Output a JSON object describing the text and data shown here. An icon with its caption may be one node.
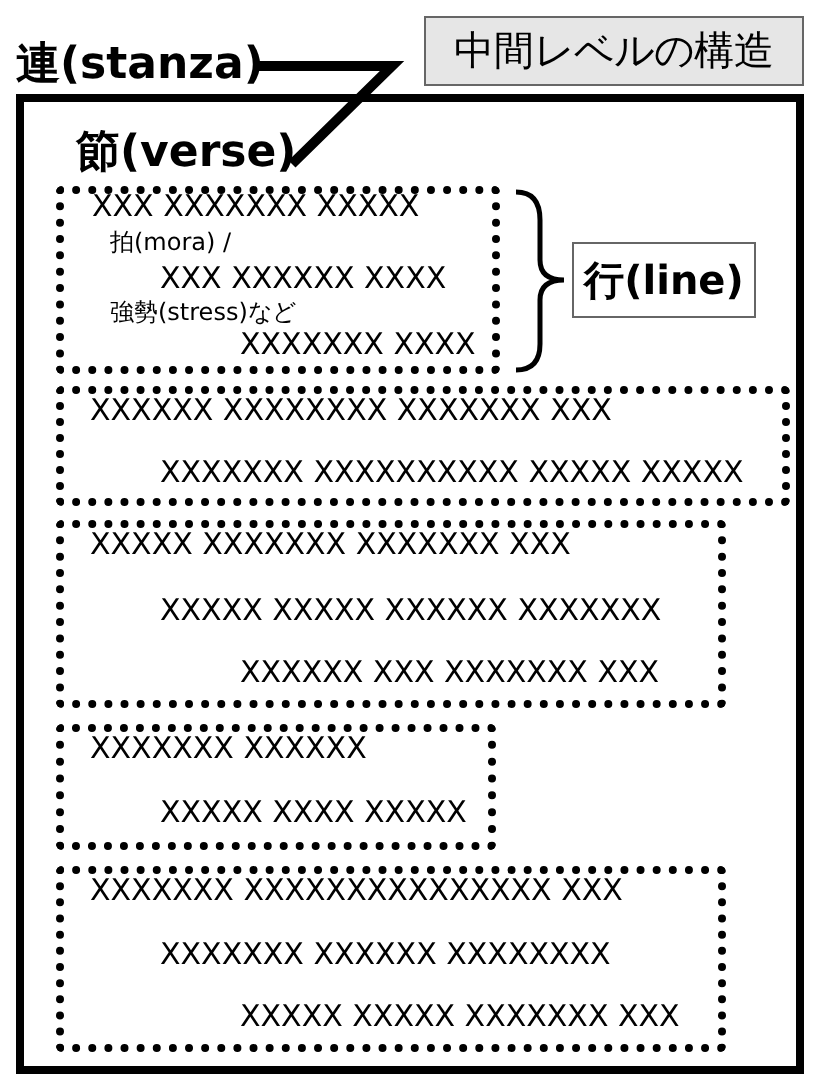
{
  "diagram": {
    "nodes": [
      {
        "text": [
          "連(stanza)"
        ]
      },
      {
        "text": [
          "中間レベルの構造"
        ]
      },
      {
        "text": [],
        "shape": "box"
      },
      {
        "text": [
          "節(verse)"
        ],
        "in": 2
      },
      {
        "text": [
          "XXX XXXXXXX XXXXX",
          "拍(mora) /",
          "XXX XXXXXX XXXX",
          "強勢(stress)など",
          "XXXXXXX XXXX"
        ],
        "in": 2
      },
      {
        "text": [
          "行(line)"
        ],
        "in": 2
      },
      {
        "text": [
          "XXXXXX XXXXXXXX XXXXXXX XXX",
          "XXXXXXX XXXXXXXXXX XXXXX XXXXX"
        ],
        "in": 2
      },
      {
        "text": [
          "XXXXX XXXXXXX XXXXXXX XXX",
          "XXXXX XXXXX XXXXXX XXXXXXX",
          "XXXXXX XXX XXXXXXX XXX"
        ],
        "in": 2
      },
      {
        "text": [
          "XXXXXXX XXXXXX",
          "XXXXX XXXX XXXXX"
        ],
        "in": 2
      },
      {
        "text": [
          "XXXXXXX XXXXXXXXXXXXXXX XXX",
          "XXXXXXX XXXXXX XXXXXXXX",
          "XXXXX XXXXX XXXXXXX XXX"
        ],
        "in": 2
      }
    ],
    "edges": [
      {
        "from": 0,
        "to": 3,
        "arrow": "none"
      }
    ]
  }
}
